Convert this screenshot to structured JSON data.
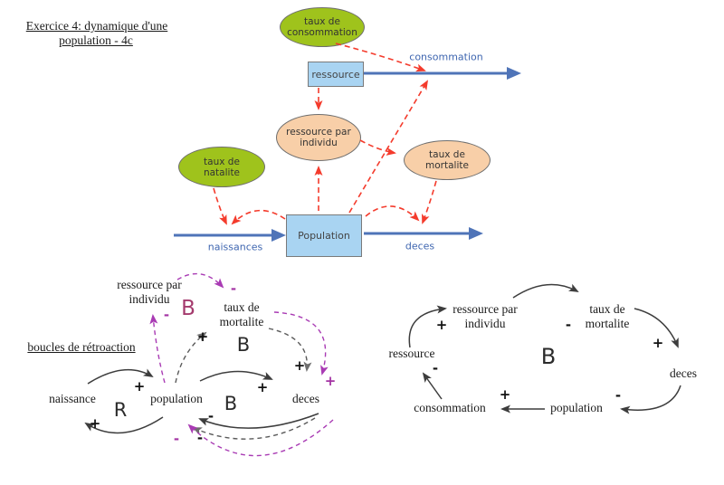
{
  "header": {
    "title_line1": "Exercice 4: dynamique d'une",
    "title_line2": "population - 4c"
  },
  "colors": {
    "rate_ellipse_green": "#9fc31c",
    "aux_ellipse_peach": "#f8cfa8",
    "stock_fill_blue": "#a9d4f2",
    "flow_arrow_blue": "#4f74b8",
    "flow_label_blue": "#3f66b0",
    "influence_red": "#f43b2c",
    "loop_dark": "#3d3d3d",
    "loop_gray_dashed": "#4a4a4a",
    "loop_purple_dashed": "#a93bb4",
    "loop_label_magenta": "#a43a6d"
  },
  "stock_flow": {
    "taux_de_consommation": "taux de consommation",
    "ressource": "ressource",
    "consommation": "consommation",
    "ressource_par_individu": "ressource par individu",
    "taux_de_mortalite": "taux de mortalite",
    "taux_de_natalite": "taux de natalite",
    "population": "Population",
    "naissances": "naissances",
    "deces": "deces"
  },
  "left_loop": {
    "heading": "boucles de rétroaction",
    "nodes": {
      "ressource_par_individu": "ressource par individu",
      "taux_de_mortalite": "taux de mortalite",
      "naissance": "naissance",
      "population": "population",
      "deces": "deces"
    },
    "loop_labels": {
      "reinforcing": "R",
      "balancing_inner": "B",
      "balancing_upper": "B",
      "balancing_purple": "B"
    },
    "signs": {
      "naissance_to_population": "+",
      "population_to_naissance": "+",
      "population_to_deces": "+",
      "deces_to_population": "-",
      "population_to_taux_de_mortalite": "+",
      "taux_de_mortalite_to_deces": "+",
      "taux_de_mortalite_to_deces_purple": "+",
      "population_to_ressource_par_individu": "-",
      "ressource_par_individu_to_taux_de_mortalite": "-",
      "deces_to_population_gray": "-",
      "deces_to_population_purple": "-"
    }
  },
  "right_loop": {
    "nodes": {
      "ressource": "ressource",
      "ressource_par_individu": "ressource par individu",
      "taux_de_mortalite": "taux de mortalite",
      "deces": "deces",
      "population": "population",
      "consommation": "consommation"
    },
    "loop_label": "B",
    "signs": {
      "ressource_to_rpi": "+",
      "rpi_to_tdm": "-",
      "tdm_to_deces": "+",
      "deces_to_population": "-",
      "population_to_consommation": "+",
      "consommation_to_ressource": "-"
    }
  }
}
